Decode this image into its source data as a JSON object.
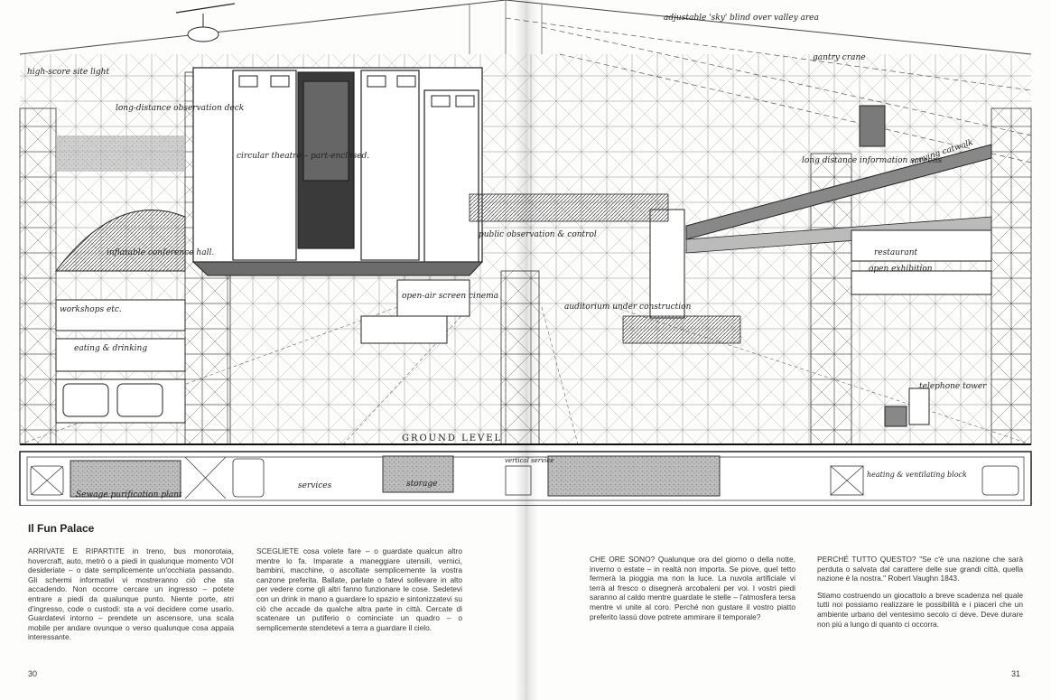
{
  "title": "Il Fun Palace",
  "columns": {
    "col1": "ARRIVATE E RIPARTITE in treno, bus monorotaia, hovercraft, auto, metrò o a piedi in qualunque momento VOI desideriate – o date semplicemente un'occhiata passando. Gli schermi informativi vi mostreranno ciò che sta accadendo. Non occorre cercare un ingresso – potete entrare a piedi da qualunque punto. Niente porte, atri d'ingresso, code o custodi: sta a voi decidere come usarlo. Guardatevi intorno – prendete un ascensore, una scala mobile per andare ovunque o verso qualunque cosa appaia interessante.",
    "col2": "SCEGLIETE cosa volete fare – o guardate qualcun altro mentre lo fa. Imparate a maneggiare utensili, vernici, bambini, macchine, o ascoltate semplicemente la vostra canzone preferita. Ballate, parlate o fatevi sollevare in alto per vedere come gli altri fanno funzionare le cose. Sedetevi con un drink in mano a guardare lo spazio e sintonizzatevi su ciò che accade da qualche altra parte in città. Cercate di scatenare un putiferio o cominciate un quadro – o semplicemente stendetevi a terra a guardare il cielo.",
    "col3": "CHE ORE SONO? Qualunque ora del giorno o della notte, inverno o estate – in realtà non importa. Se piove, quel tetto fermerà la pioggia ma non la luce. La nuvola artificiale vi terrà al fresco o disegnerà arcobaleni per voi. I vostri piedi saranno al caldo mentre guardate le stelle – l'atmosfera tersa mentre vi unite al coro. Perché non gustare il vostro piatto preferito lassù dove potrete ammirare il temporale?",
    "col4a": "PERCHÉ TUTTO QUESTO? \"Se c'è una nazione che sarà perduta o salvata dal carattere delle sue grandi città, quella nazione è la nostra.\" Robert Vaughn 1843.",
    "col4b": "Stiamo costruendo un giocattolo a breve scadenza nel quale tutti noi possiamo realizzare le possibilità e i piaceri che un ambiente urbano del ventesimo secolo ci deve. Deve durare non più a lungo di quanto ci occorra."
  },
  "page_numbers": {
    "left": "30",
    "right": "31"
  },
  "drawing_labels": {
    "sky_blind": "adjustable 'sky' blind over valley area",
    "gantry": "gantry crane",
    "high_score": "high-score site light",
    "long_distance_obs": "long-distance observation deck",
    "circular_theatre": "circular theatre – part-enclosed.",
    "info_screens": "long distance information screens",
    "catwalk": "moving catwalk",
    "inflatable": "inflatable conference hall.",
    "public_obs": "public observation & control",
    "restaurant": "restaurant",
    "open_exhibition": "open exhibition",
    "workshops": "workshops etc.",
    "eating": "eating & drinking",
    "open_air_screen": "open-air screen cinema",
    "auditorium": "auditorium under construction",
    "telephone": "telephone tower",
    "ground_level": "GROUND LEVEL",
    "sewage": "Sewage purification plant",
    "services": "services",
    "storage": "storage",
    "vertical": "vertical service",
    "heating": "heating & ventilating block"
  }
}
